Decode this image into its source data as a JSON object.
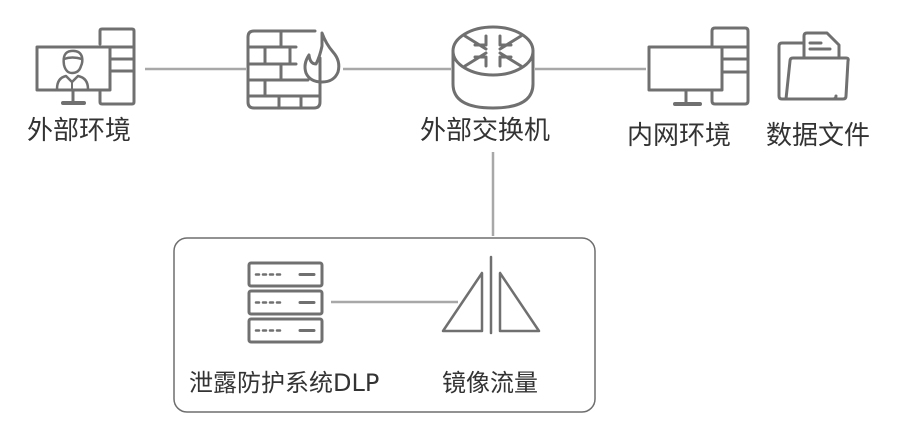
{
  "diagram": {
    "title": "DLP mirror-traffic deployment topology",
    "colors": {
      "icon_stroke": "#707070",
      "link_line": "#a8a8a8",
      "group_border": "#6e6e6e",
      "label_text": "#333333",
      "background": "#ffffff"
    },
    "nodes": [
      {
        "id": "external-env",
        "label": "外部环境",
        "icon": "workstation-user-icon"
      },
      {
        "id": "firewall",
        "label": "",
        "icon": "firewall-icon"
      },
      {
        "id": "external-switch",
        "label": "外部交换机",
        "icon": "router-switch-icon"
      },
      {
        "id": "internal-env",
        "label": "内网环境",
        "icon": "desktop-computer-icon"
      },
      {
        "id": "data-files",
        "label": "数据文件",
        "icon": "folder-document-icon"
      }
    ],
    "group": {
      "nodes": [
        {
          "id": "dlp",
          "label": "泄露防护系统DLP",
          "icon": "server-rack-icon"
        },
        {
          "id": "mirror",
          "label": "镜像流量",
          "icon": "mirror-traffic-icon"
        }
      ]
    },
    "edges": [
      {
        "from": "external-env",
        "to": "firewall"
      },
      {
        "from": "firewall",
        "to": "external-switch"
      },
      {
        "from": "external-switch",
        "to": "internal-env"
      },
      {
        "from": "external-switch",
        "to": "mirror"
      },
      {
        "from": "dlp",
        "to": "mirror"
      }
    ]
  }
}
